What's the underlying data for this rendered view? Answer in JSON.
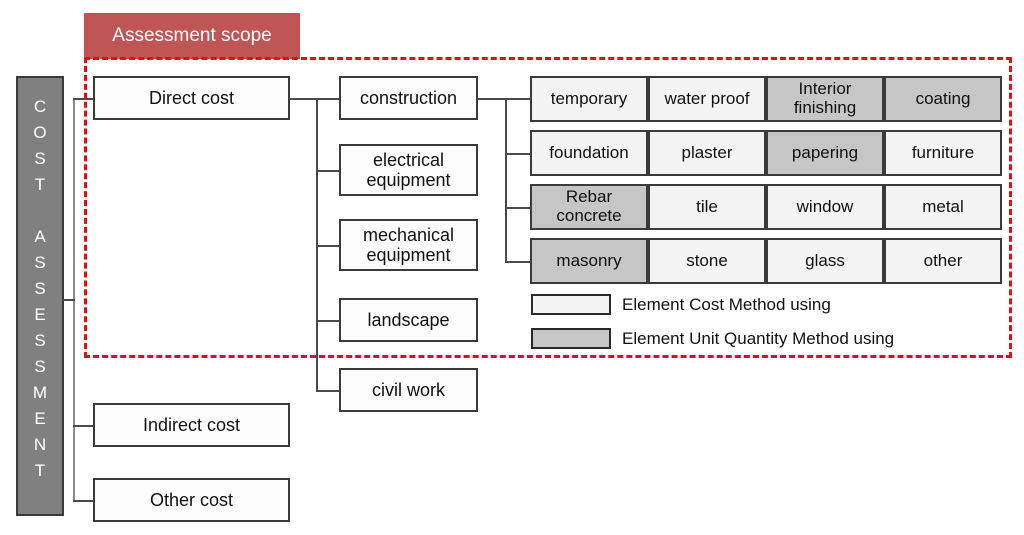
{
  "scope": {
    "banner_label": "Assessment scope",
    "banner_color": "#bf5555",
    "border_color": "#dd1111"
  },
  "sidebar": {
    "label": "C\nO\nS\nT\n\nA\nS\nS\nE\nS\nS\nM\nE\nN\nT",
    "fill_color": "#808080",
    "text_color": "#ffffff"
  },
  "level1": [
    {
      "label": "Direct cost"
    },
    {
      "label": "Indirect cost"
    },
    {
      "label": "Other cost"
    }
  ],
  "level2": [
    {
      "label": "construction"
    },
    {
      "label": "electrical\nequipment"
    },
    {
      "label": "mechanical\nequipment"
    },
    {
      "label": "landscape"
    },
    {
      "label": "civil work"
    }
  ],
  "element_grid": {
    "rows": [
      [
        {
          "label": "temporary",
          "method": "white"
        },
        {
          "label": "water proof",
          "method": "white"
        },
        {
          "label": "Interior\nfinishing",
          "method": "gray"
        },
        {
          "label": "coating",
          "method": "gray"
        }
      ],
      [
        {
          "label": "foundation",
          "method": "white"
        },
        {
          "label": "plaster",
          "method": "white"
        },
        {
          "label": "papering",
          "method": "gray"
        },
        {
          "label": "furniture",
          "method": "white"
        }
      ],
      [
        {
          "label": "Rebar\nconcrete",
          "method": "gray"
        },
        {
          "label": "tile",
          "method": "white"
        },
        {
          "label": "window",
          "method": "white"
        },
        {
          "label": "metal",
          "method": "white"
        }
      ],
      [
        {
          "label": "masonry",
          "method": "gray"
        },
        {
          "label": "stone",
          "method": "white"
        },
        {
          "label": "glass",
          "method": "white"
        },
        {
          "label": "other",
          "method": "white"
        }
      ]
    ]
  },
  "legend": [
    {
      "swatch": "white",
      "label": "Element Cost Method using"
    },
    {
      "swatch": "gray",
      "label": "Element Unit Quantity Method using"
    }
  ],
  "colors": {
    "cell_white": "#f4f4f4",
    "cell_gray": "#c6c6c6",
    "stroke": "#3a3a3a"
  }
}
